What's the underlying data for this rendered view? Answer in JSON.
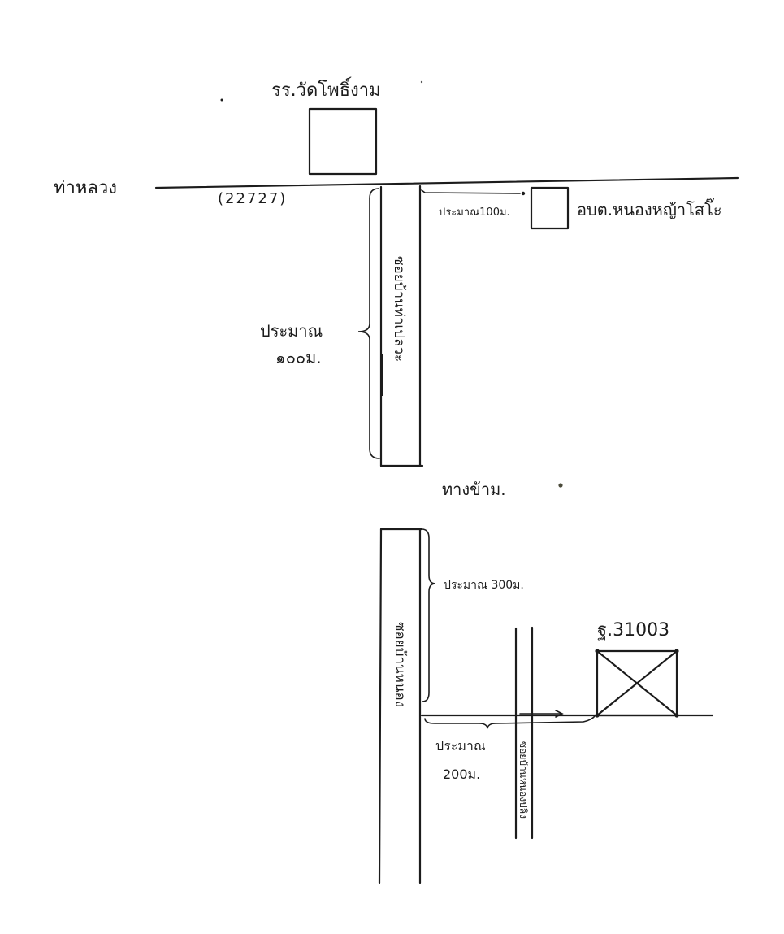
{
  "labels": {
    "school": "รร.วัดโพธิ์งาม",
    "town": "ท่าหลวง",
    "road_number": "(22727)",
    "dist_top_right": "ประมาณ100ม.",
    "office": "อบต.หนองหญ้าโสโ๊ะ",
    "road_top_vertical": "ซอยบ้านท่าเปลวะ",
    "dist_vertical_top": "ประมาณ",
    "dist_vertical_top_value": "๑๐๐ม.",
    "crossing": "ทางข้าม.",
    "dist_300": "ประมาณ 300ม.",
    "target": "ฐ.31003",
    "road_bottom_vertical": "ซอยบ้านหนอง",
    "dist_200": "ประมาณ",
    "dist_200_value": "200ม.",
    "road_small_vertical": "ซอยบ้านหนองปลิง"
  },
  "colors": {
    "ink": "#1c1c1c",
    "paper": "#ffffff"
  }
}
